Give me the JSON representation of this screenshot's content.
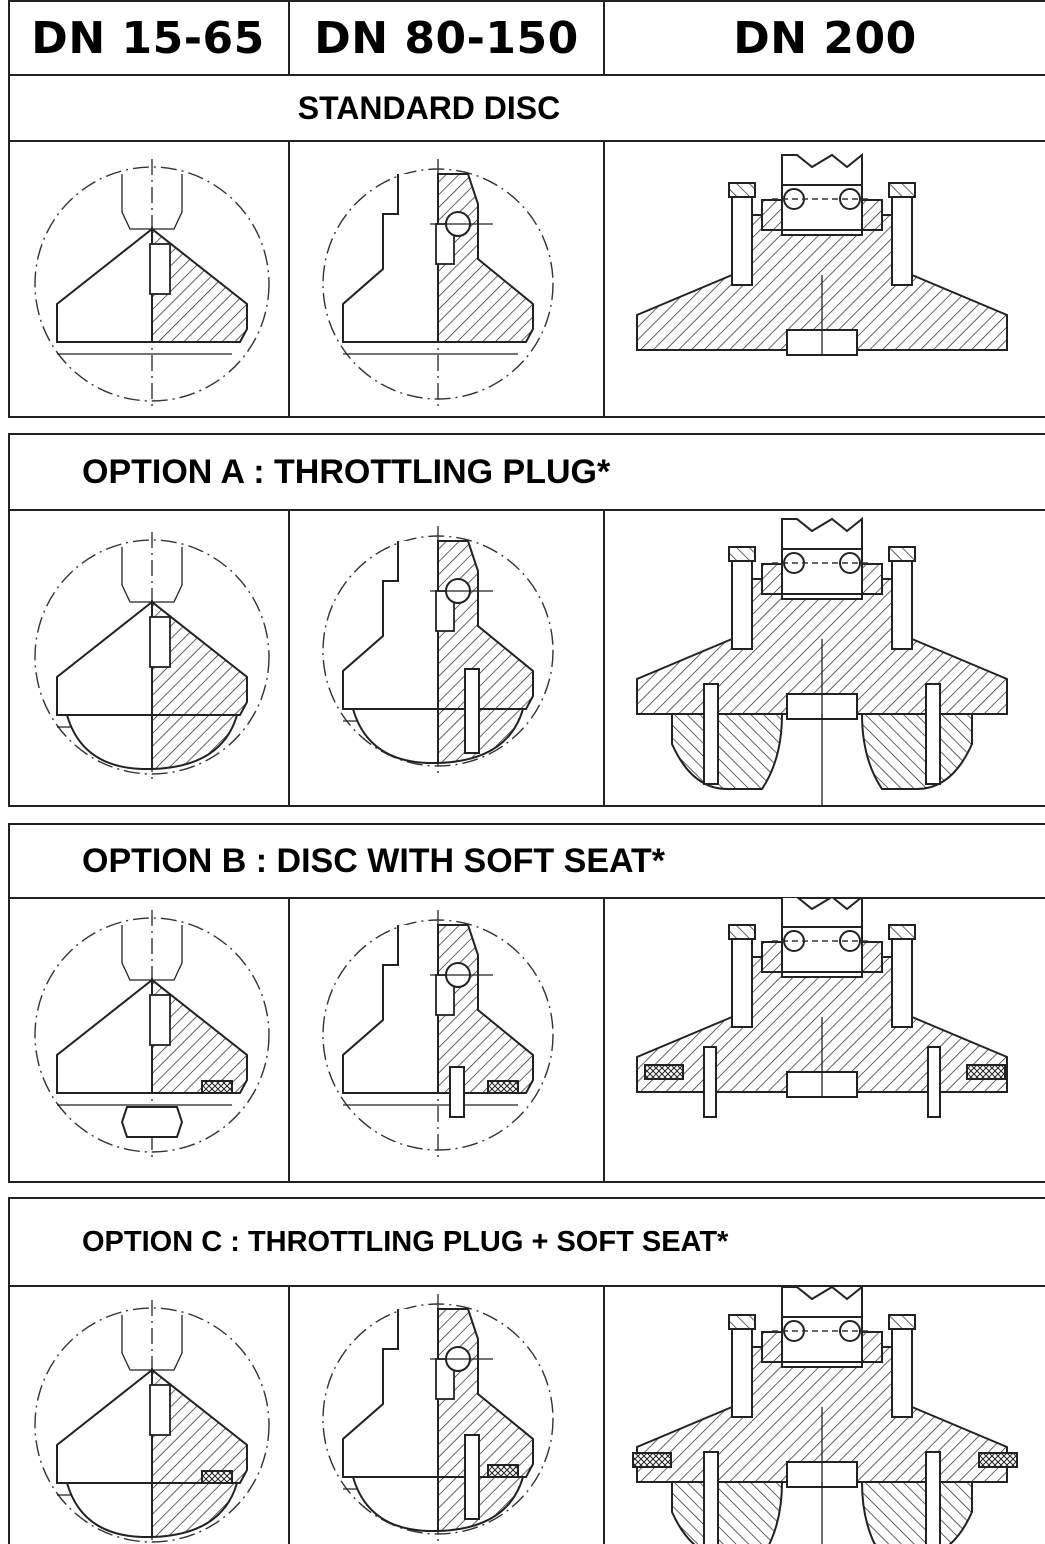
{
  "columns": [
    "DN 15-65",
    "DN 80-150",
    "DN 200"
  ],
  "sections": [
    {
      "id": "standard",
      "title": "STANDARD DISC"
    },
    {
      "id": "option-a",
      "title": "OPTION A : THROTTLING PLUG*"
    },
    {
      "id": "option-b",
      "title": "OPTION B : DISC WITH SOFT SEAT*"
    },
    {
      "id": "option-c",
      "title": "OPTION C : THROTTLING PLUG + SOFT SEAT*"
    }
  ],
  "colors": {
    "line": "#222222",
    "background": "#ffffff"
  }
}
